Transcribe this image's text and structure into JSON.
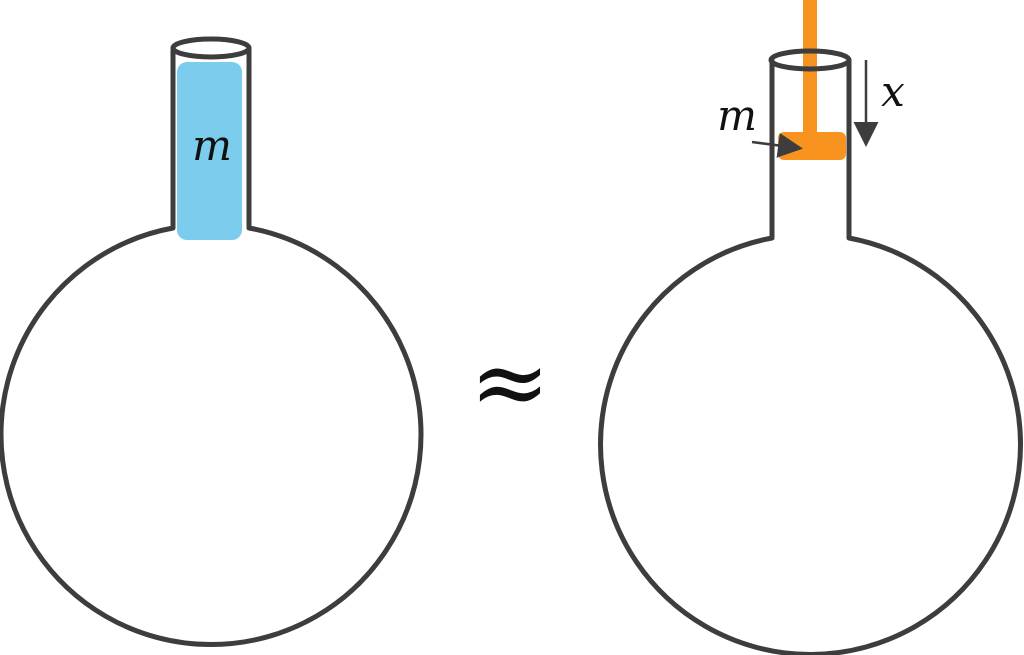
{
  "left_flask": {
    "label": "m",
    "fill_color": "#7ccced"
  },
  "relation_symbol": "≈",
  "right_flask": {
    "piston_label": "m",
    "displacement_label": "x",
    "piston_color": "#f7931e"
  },
  "outline_color": "#3d3d3d"
}
